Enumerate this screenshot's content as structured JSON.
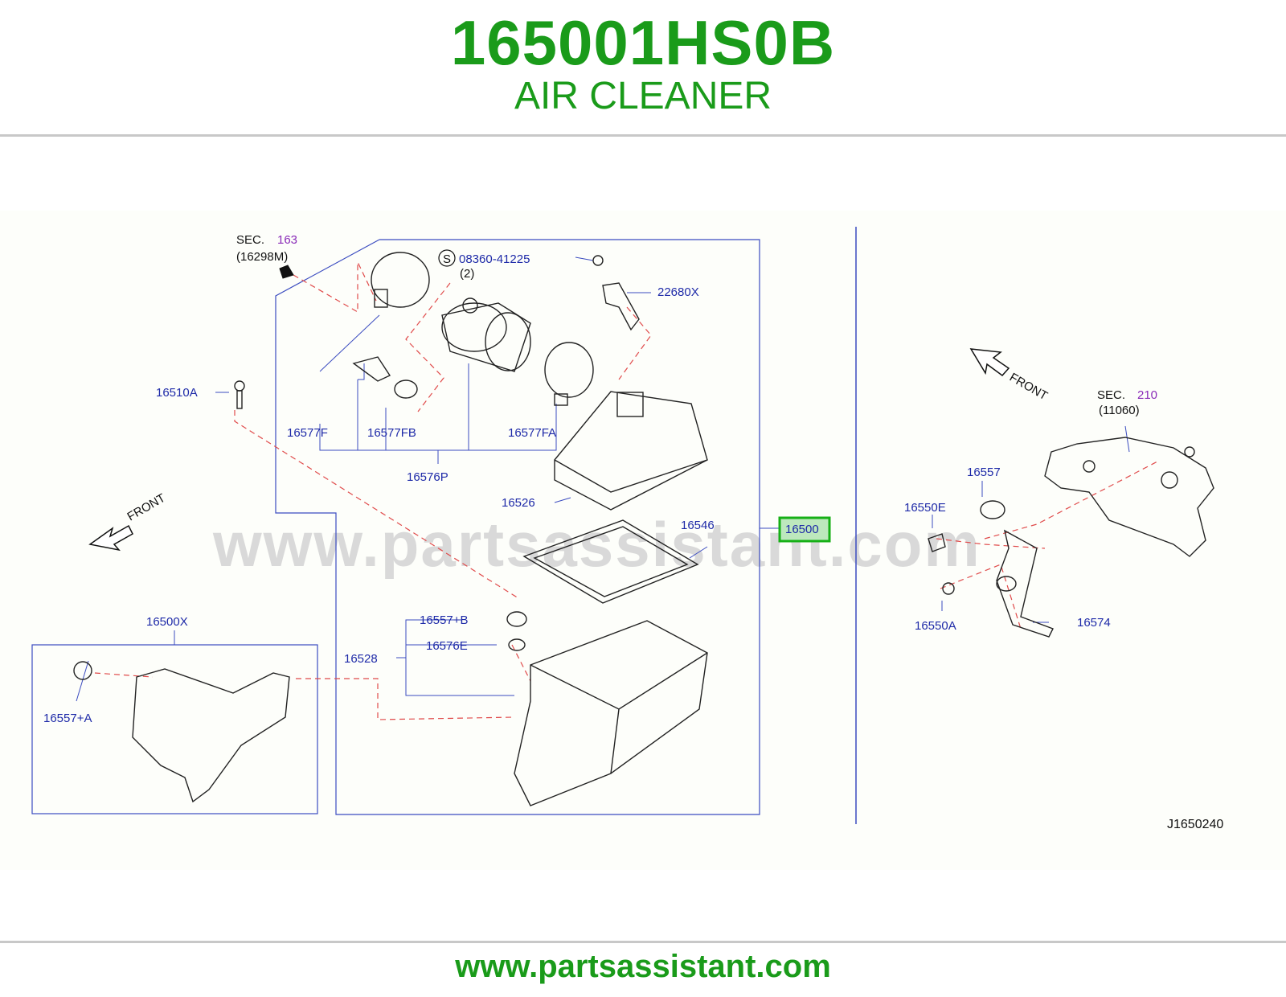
{
  "header": {
    "part_number": "165001HS0B",
    "part_name": "AIR CLEANER"
  },
  "footer": {
    "url": "www.partsassistant.com"
  },
  "diagram": {
    "watermark": "www.partsassistant.com",
    "diagram_id": "J1650240",
    "front_label": "FRONT",
    "highlighted_part": "16500",
    "sec_left": {
      "prefix": "SEC.",
      "number": "163",
      "ref": "(16298M)"
    },
    "sec_right": {
      "prefix": "SEC.",
      "number": "210",
      "ref": "(11060)"
    },
    "screw_note": {
      "symbol": "S",
      "number": "08360-41225",
      "qty": "(2)"
    },
    "labels": {
      "p22680x": "22680X",
      "p16510a": "16510A",
      "p16577f": "16577F",
      "p16577fb": "16577FB",
      "p16577fa": "16577FA",
      "p16576p": "16576P",
      "p16526": "16526",
      "p16546": "16546",
      "p16500x": "16500X",
      "p16557a_plus": "16557+A",
      "p16557b_plus": "16557+B",
      "p16576e": "16576E",
      "p16528": "16528",
      "p16557": "16557",
      "p16550e": "16550E",
      "p16550a": "16550A",
      "p16574": "16574"
    }
  }
}
